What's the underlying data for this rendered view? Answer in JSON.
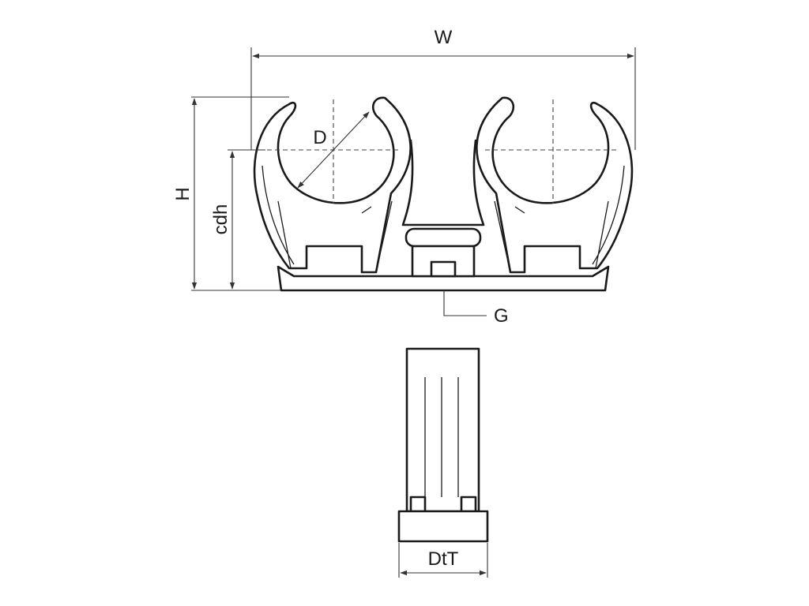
{
  "labels": {
    "width": "W",
    "height": "H",
    "clip_center_height": "cdh",
    "diameter": "D",
    "gap": "G",
    "dovetail": "DtT"
  },
  "colors": {
    "line": "#1a1a1a",
    "background": "#ffffff"
  }
}
